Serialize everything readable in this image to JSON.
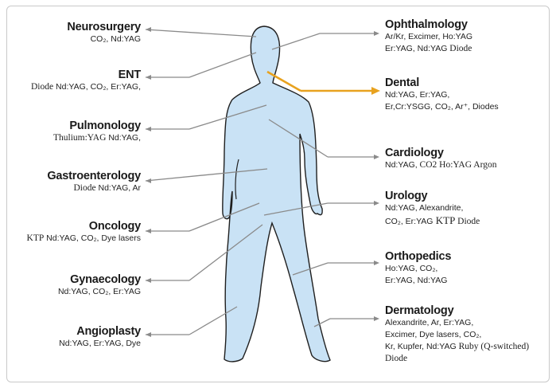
{
  "colors": {
    "body_fill": "#c9e2f5",
    "body_stroke": "#1f1f1f",
    "leader_line": "#8a8a8a",
    "dental_line": "#e8a21f",
    "frame_border": "#c9c9c9"
  },
  "left": {
    "neurosurgery": {
      "title": "Neurosurgery",
      "l1": "CO₂, Nd:YAG"
    },
    "ent": {
      "title": "ENT",
      "l1a": "Diode",
      "l1b": " Nd:YAG, CO₂, Er:YAG,"
    },
    "pulmonology": {
      "title": "Pulmonology",
      "l1a": "Thulium:YAG",
      "l1b": "  Nd:YAG,"
    },
    "gastro": {
      "title": "Gastroenterology",
      "l1a": "Diode",
      "l1b": " Nd:YAG, Ar"
    },
    "oncology": {
      "title": "Oncology",
      "l1a": "KTP",
      "l1b": " Nd:YAG, CO₂, Dye lasers"
    },
    "gynaecology": {
      "title": "Gynaecology",
      "l1": "Nd:YAG, CO₂, Er:YAG"
    },
    "angioplasty": {
      "title": "Angioplasty",
      "l1": "Nd:YAG, Er:YAG, Dye"
    }
  },
  "right": {
    "ophthalmology": {
      "title": "Ophthalmology",
      "l1": "Ar/Kr, Excimer, Ho:YAG",
      "l2a": "Er:YAG, Nd:YAG",
      "l2b": " Diode"
    },
    "dental": {
      "title": "Dental",
      "l1": "Nd:YAG, Er:YAG,",
      "l2": "Er,Cr:YSGG, CO₂, Ar⁺, Diodes"
    },
    "cardiology": {
      "title": "Cardiology",
      "l1a": "Nd:YAG,",
      "l1b": " CO2",
      "l1c": " Ho:YAG Argon"
    },
    "urology": {
      "title": "Urology",
      "l1": "Nd:YAG, Alexandrite,",
      "l2a": "CO₂, Er:YAG",
      "l2b": " KTP",
      "l2c": " Diode"
    },
    "orthopedics": {
      "title": "Orthopedics",
      "l1": "Ho:YAG, CO₂,",
      "l2": "Er:YAG, Nd:YAG"
    },
    "dermatology": {
      "title": "Dermatology",
      "l1": "Alexandrite, Ar, Er:YAG,",
      "l2": "Excimer, Dye lasers, CO₂,",
      "l3a": "Kr, Kupfer, Nd:YAG",
      "l3b": " Ruby (Q-switched)",
      "l4": "Diode"
    }
  }
}
